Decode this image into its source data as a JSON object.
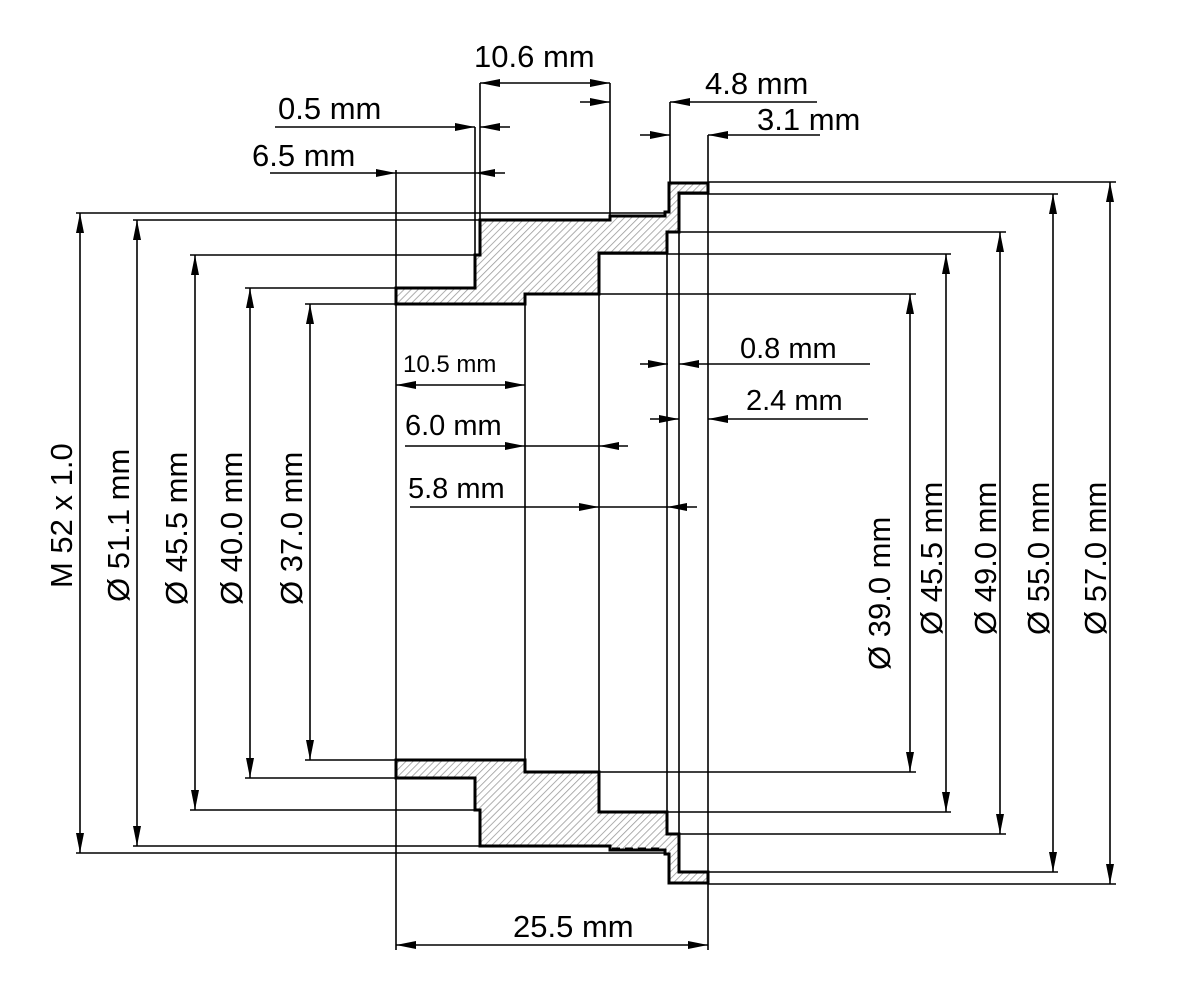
{
  "colors": {
    "line": "#000000",
    "hatch": "#9a9a9a",
    "background": "#ffffff"
  },
  "dimensions": {
    "top": {
      "d10_6": "10.6 mm",
      "d4_8": "4.8 mm",
      "d3_1": "3.1 mm",
      "d0_5": "0.5 mm",
      "d6_5": "6.5 mm"
    },
    "middle": {
      "d0_8": "0.8 mm",
      "d2_4": "2.4 mm",
      "d10_5": "10.5 mm",
      "d6_0": "6.0 mm",
      "d5_8": "5.8 mm"
    },
    "bottom": {
      "d25_5": "25.5 mm"
    },
    "left_diameters": [
      "M 52 x 1.0",
      "Ø 51.1 mm",
      "Ø 45.5 mm",
      "Ø 40.0 mm",
      "Ø 37.0 mm"
    ],
    "right_diameters": [
      "Ø 39.0 mm",
      "Ø 45.5 mm",
      "Ø 49.0 mm",
      "Ø 55.0 mm",
      "Ø 57.0 mm"
    ]
  }
}
